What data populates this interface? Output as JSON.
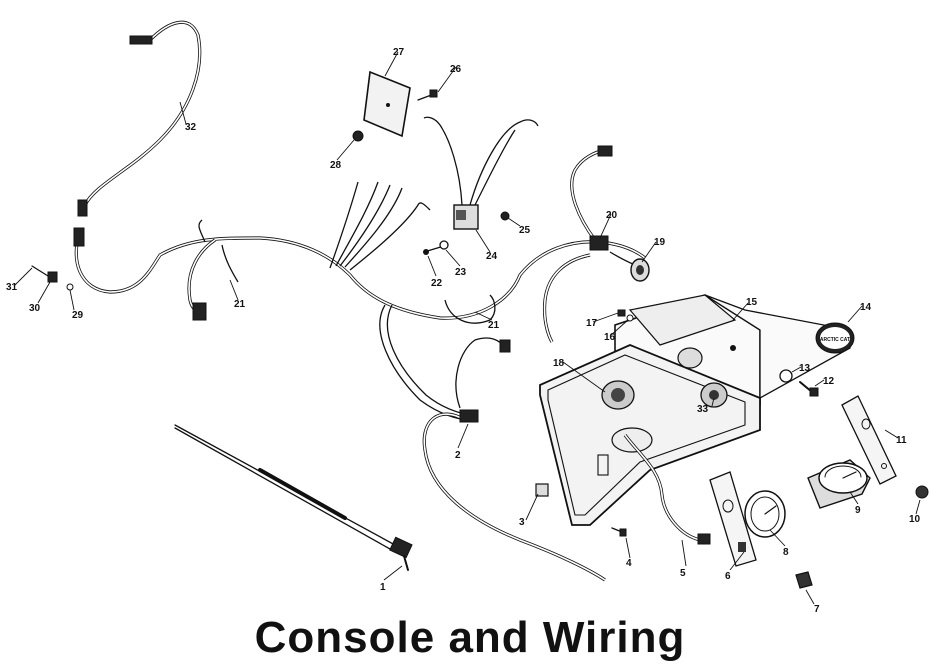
{
  "title": "Console and Wiring",
  "callouts": {
    "c1": "1",
    "c2": "2",
    "c3": "3",
    "c4": "4",
    "c5": "5",
    "c6": "6",
    "c7": "7",
    "c8": "8",
    "c9": "9",
    "c10": "10",
    "c11": "11",
    "c12": "12",
    "c13": "13",
    "c14": "14",
    "c15": "15",
    "c16": "16",
    "c17": "17",
    "c18": "18",
    "c19": "19",
    "c20": "20",
    "c21a": "21",
    "c21b": "21",
    "c22": "22",
    "c23": "23",
    "c24": "24",
    "c25": "25",
    "c26": "26",
    "c27": "27",
    "c28": "28",
    "c29": "29",
    "c30": "30",
    "c31": "31",
    "c32": "32",
    "c33": "33"
  },
  "decals": {
    "arctic_cat": "ARCTIC CAT"
  }
}
